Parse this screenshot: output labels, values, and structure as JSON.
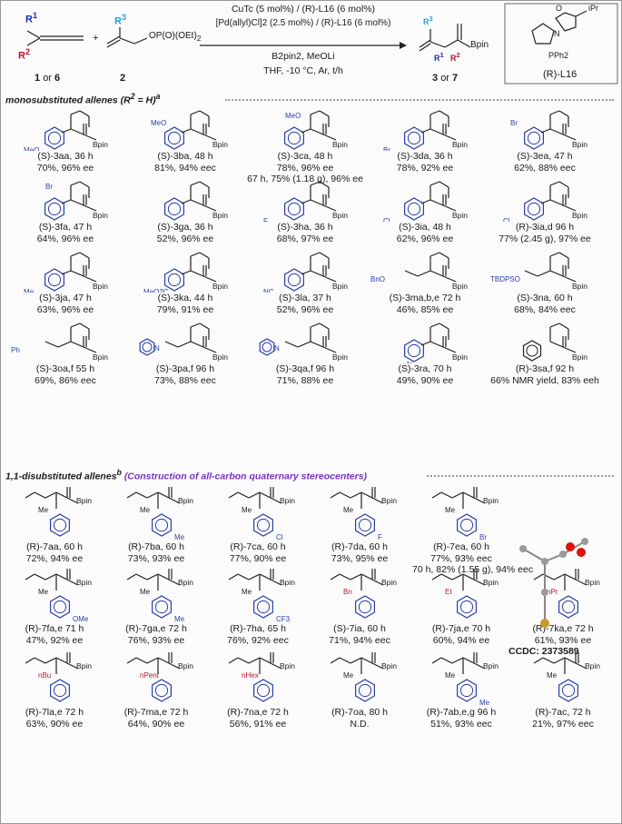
{
  "scheme": {
    "reactant1_label": "1",
    "reactant1_or": "or",
    "reactant1_alt": "6",
    "reactant2_label": "2",
    "r1": "R",
    "r1_sub": "1",
    "r2": "R",
    "r2_sub": "2",
    "r3": "R",
    "r3_sub": "3",
    "plus": "+",
    "phosphate": "OP(O)(OEt)",
    "phosphate_sub": "2",
    "condition_line1": "CuTc (5 mol%) / (R)-L16 (6 mol%)",
    "condition_line2": "[Pd(allyl)Cl]2 (2.5 mol%) / (R)-L16 (6 mol%)",
    "condition_line3": "B2pin2, MeOLi",
    "condition_line4": "THF, -10 °C, Ar, t/h",
    "product_label": "3",
    "product_or": "or",
    "product_alt": "7",
    "bpin": "Bpin",
    "ligand_label": "(R)-L16",
    "ligand_pph2": "PPh2",
    "ligand_ipr": "iPr",
    "ligand_o": "O",
    "ligand_n": "N"
  },
  "section1": {
    "title": "monosubstituted allenes (R",
    "title_tail": " = H)",
    "title_sup": "a"
  },
  "section2": {
    "title": "1,1-disubstituted allenes",
    "title_sup": "b",
    "subtitle": "(Construction of all-carbon quaternary stereocenters)"
  },
  "ccdc": "CCDC: 2373589",
  "products": [
    {
      "name": "(S)-3aa, 36 h",
      "yield": "70%, 96% ee",
      "sub": "MeO",
      "ar": "para"
    },
    {
      "name": "(S)-3ba, 48 h",
      "yield": "81%, 94% eec",
      "sub": "MeO",
      "ar": "meta"
    },
    {
      "name": "(S)-3ca, 48 h",
      "yield": "78%, 96% ee",
      "extra": "67 h, 75% (1.18 g), 96% ee",
      "sub": "MeO",
      "ar": "ortho"
    },
    {
      "name": "(S)-3da, 36 h",
      "yield": "78%, 92% ee",
      "sub": "Br",
      "ar": "para"
    },
    {
      "name": "(S)-3ea, 47 h",
      "yield": "62%, 88% eec",
      "sub": "Br",
      "ar": "meta"
    },
    {
      "name": "(S)-3fa, 47 h",
      "yield": "64%, 96% ee",
      "sub": "Br",
      "ar": "ortho"
    },
    {
      "name": "(S)-3ga, 36 h",
      "yield": "52%, 96% ee",
      "sub": "",
      "ar": "none"
    },
    {
      "name": "(S)-3ha, 36 h",
      "yield": "68%, 97% ee",
      "sub": "F",
      "ar": "para"
    },
    {
      "name": "(S)-3ia, 48 h",
      "yield": "62%, 96% ee",
      "sub": "Cl",
      "ar": "para"
    },
    {
      "name": "(R)-3ia,d 96 h",
      "yield": "77% (2.45 g), 97% ee",
      "sub": "Cl",
      "ar": "para"
    },
    {
      "name": "(S)-3ja, 47 h",
      "yield": "63%, 96% ee",
      "sub": "Me",
      "ar": "para"
    },
    {
      "name": "(S)-3ka, 44 h",
      "yield": "79%, 91% ee",
      "sub": "MeO2C",
      "ar": "para"
    },
    {
      "name": "(S)-3la, 37 h",
      "yield": "52%, 96% ee",
      "sub": "NC",
      "ar": "para"
    },
    {
      "name": "(S)-3ma,b,e 72 h",
      "yield": "46%, 85% ee",
      "sub": "BnO",
      "ar": "chain"
    },
    {
      "name": "(S)-3na, 60 h",
      "yield": "68%, 84% eec",
      "sub": "TBDPSO",
      "ar": "chain"
    },
    {
      "name": "(S)-3oa,f 55 h",
      "yield": "69%, 86% eec",
      "sub": "Ph",
      "ar": "chain"
    },
    {
      "name": "(S)-3pa,f 96 h",
      "yield": "73%, 88% eec",
      "sub": "pyrrole",
      "ar": "chain"
    },
    {
      "name": "(S)-3qa,f 96 h",
      "yield": "71%, 88% ee",
      "sub": "indole",
      "ar": "chain"
    },
    {
      "name": "(S)-3ra, 70 h",
      "yield": "49%, 90% ee",
      "sub": "N",
      "ar": "pyridine"
    },
    {
      "name": "(R)-3sa,f 92 h",
      "yield": "66% NMR yield, 83% eeh",
      "sub": "",
      "ar": "cyclohexyl"
    },
    {
      "name": "(R)-7aa, 60 h",
      "yield": "72%, 94% ee",
      "sub": "",
      "ar": "quat"
    },
    {
      "name": "(R)-7ba, 60 h",
      "yield": "73%, 93% ee",
      "sub": "Me",
      "ar": "quat"
    },
    {
      "name": "(R)-7ca, 60 h",
      "yield": "77%, 90% ee",
      "sub": "Cl",
      "ar": "quat"
    },
    {
      "name": "(R)-7da, 60 h",
      "yield": "73%, 95% ee",
      "sub": "F",
      "ar": "quat"
    },
    {
      "name": "(R)-7ea, 60 h",
      "yield": "77%, 93% eec",
      "extra": "70 h, 82% (1.55 g), 94% eec",
      "sub": "Br",
      "ar": "quat"
    },
    {
      "name": "(R)-7fa,e 71 h",
      "yield": "47%, 92% ee",
      "sub": "OMe",
      "ar": "quat"
    },
    {
      "name": "(R)-7ga,e 72 h",
      "yield": "76%, 93% ee",
      "sub": "Me",
      "ar": "quat"
    },
    {
      "name": "(R)-7ha, 65 h",
      "yield": "76%, 92% eec",
      "sub": "CF3",
      "ar": "quat"
    },
    {
      "name": "(S)-7ia, 60 h",
      "yield": "71%, 94% eec",
      "sub": "Bn",
      "ar": "quat"
    },
    {
      "name": "(R)-7ja,e 70 h",
      "yield": "60%, 94% ee",
      "sub": "Et",
      "ar": "quat"
    },
    {
      "name": "(R)-7ka,e 72 h",
      "yield": "61%, 93% ee",
      "sub": "nPr",
      "ar": "quat"
    },
    {
      "name": "(R)-7la,e 72 h",
      "yield": "63%, 90% ee",
      "sub": "nBu",
      "ar": "quat"
    },
    {
      "name": "(R)-7ma,e 72 h",
      "yield": "64%, 90% ee",
      "sub": "nPent",
      "ar": "quat"
    },
    {
      "name": "(R)-7na,e 72 h",
      "yield": "56%, 91% ee",
      "sub": "nHex",
      "ar": "quat"
    },
    {
      "name": "(R)-7oa, 80 h",
      "yield": "N.D.",
      "sub": "Ph",
      "ar": "quat"
    },
    {
      "name": "(R)-7ab,e,g 96 h",
      "yield": "51%, 93% eec",
      "sub": "Me",
      "ar": "quat"
    },
    {
      "name": "(R)-7ac, 72 h",
      "yield": "21%, 97% eec",
      "sub": "Ph",
      "ar": "quat"
    }
  ],
  "colors": {
    "ring": "#2b3fa8",
    "r1": "#1a2bb0",
    "r2": "#c4102a",
    "r3": "#24a0d8",
    "purple": "#7a2fbf"
  }
}
